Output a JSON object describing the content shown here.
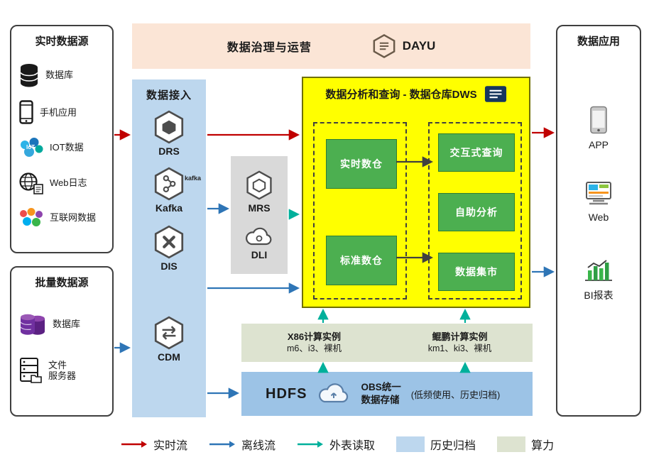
{
  "realtime_sources": {
    "title": "实时数据源",
    "items": [
      {
        "label": "数据库",
        "icon": "database-icon"
      },
      {
        "label": "手机应用",
        "icon": "mobile-app-icon"
      },
      {
        "label": "IOT数据",
        "icon": "iot-data-icon"
      },
      {
        "label": "Web日志",
        "icon": "web-log-icon"
      },
      {
        "label": "互联网数据",
        "icon": "internet-data-icon"
      }
    ]
  },
  "batch_sources": {
    "title": "批量数据源",
    "items": [
      {
        "label": "数据库",
        "icon": "batch-database-icon"
      },
      {
        "label": "文件\n服务器",
        "icon": "file-server-icon"
      }
    ]
  },
  "governance": {
    "title": "数据治理与运营",
    "product": "DAYU"
  },
  "ingestion": {
    "title": "数据接入",
    "items": [
      {
        "label": "DRS",
        "icon": "drs-icon"
      },
      {
        "label": "Kafka",
        "badge": "kafka",
        "icon": "kafka-icon"
      },
      {
        "label": "DIS",
        "icon": "dis-icon"
      },
      {
        "label": "CDM",
        "icon": "cdm-icon"
      }
    ]
  },
  "compute_engines": {
    "items": [
      {
        "label": "MRS",
        "icon": "mrs-icon"
      },
      {
        "label": "DLI",
        "icon": "dli-icon"
      }
    ]
  },
  "dws": {
    "title": "数据分析和查询 - 数据仓库DWS",
    "warehouses": [
      {
        "label": "实时数仓"
      },
      {
        "label": "标准数仓"
      }
    ],
    "services": [
      {
        "label": "交互式查询"
      },
      {
        "label": "自助分析"
      },
      {
        "label": "数据集市"
      }
    ]
  },
  "compute_instances": {
    "items": [
      {
        "title": "X86计算实例",
        "subtitle": "m6、i3、裸机"
      },
      {
        "title": "鲲鹏计算实例",
        "subtitle": "km1、ki3、裸机"
      }
    ]
  },
  "storage": {
    "hdfs_label": "HDFS",
    "obs_label": "OBS统一\n数据存储",
    "note": "(低频使用、历史归档)"
  },
  "applications": {
    "title": "数据应用",
    "items": [
      {
        "label": "APP",
        "icon": "app-phone-icon"
      },
      {
        "label": "Web",
        "icon": "web-browser-icon"
      },
      {
        "label": "BI报表",
        "icon": "bi-report-icon"
      }
    ]
  },
  "legend": {
    "items": [
      {
        "label": "实时流",
        "type": "arrow",
        "color": "#c00000"
      },
      {
        "label": "离线流",
        "type": "arrow",
        "color": "#2e75b6"
      },
      {
        "label": "外表读取",
        "type": "arrow",
        "color": "#00b09b"
      },
      {
        "label": "历史归档",
        "type": "swatch",
        "color": "#bdd7ee"
      },
      {
        "label": "算力",
        "type": "swatch",
        "color": "#dde3d0"
      }
    ]
  },
  "colors": {
    "realtime_flow": "#c00000",
    "offline_flow": "#2e75b6",
    "external_read": "#00b09b",
    "archive_bg": "#bdd7ee",
    "compute_bg": "#dde3d0",
    "dws_bg": "#ffff00",
    "module_green": "#4caf50",
    "ingestion_bg": "#bdd7ee",
    "governance_bg": "#fbe5d6",
    "hdfs_bg": "#9cc3e6",
    "engines_bg": "#d9d9d9"
  }
}
